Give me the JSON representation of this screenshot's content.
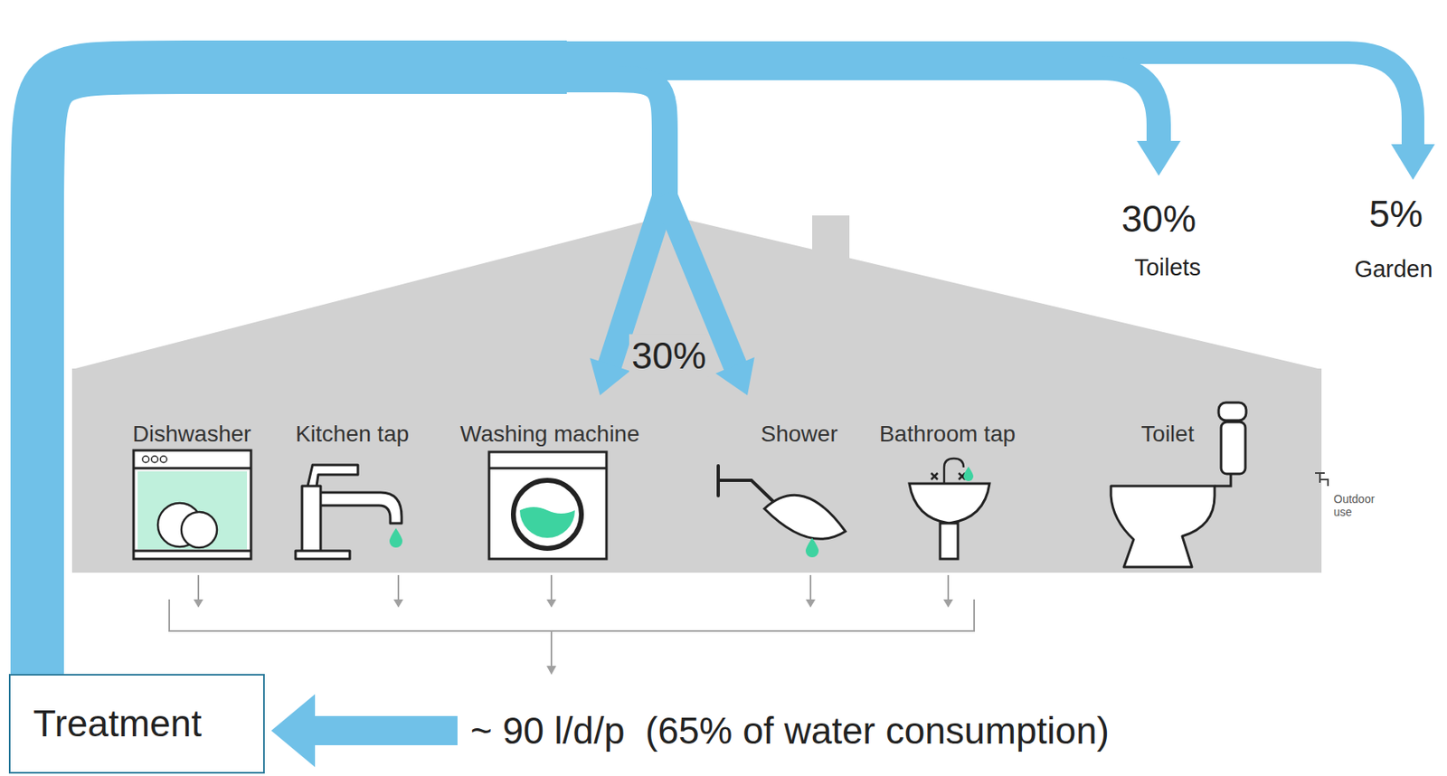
{
  "diagram": {
    "nodes": [
      {
        "text": [
          "Dishwasher",
          "Kitchen tap",
          "Washing machine",
          "Shower",
          "Bathroom tap",
          "Toilet",
          "Outdoor use"
        ]
      },
      {
        "text": [
          "Treatment"
        ]
      }
    ],
    "edges": [
      {
        "from": 1,
        "to": 0,
        "label": "30%",
        "arrow": "to"
      },
      {
        "from": 0,
        "to": 1,
        "label": "~ 90 l/d/p  (65% of water consumption)",
        "arrow": "to"
      }
    ],
    "labels": [
      "30%",
      "Toilets",
      "5%",
      "Garden"
    ]
  }
}
